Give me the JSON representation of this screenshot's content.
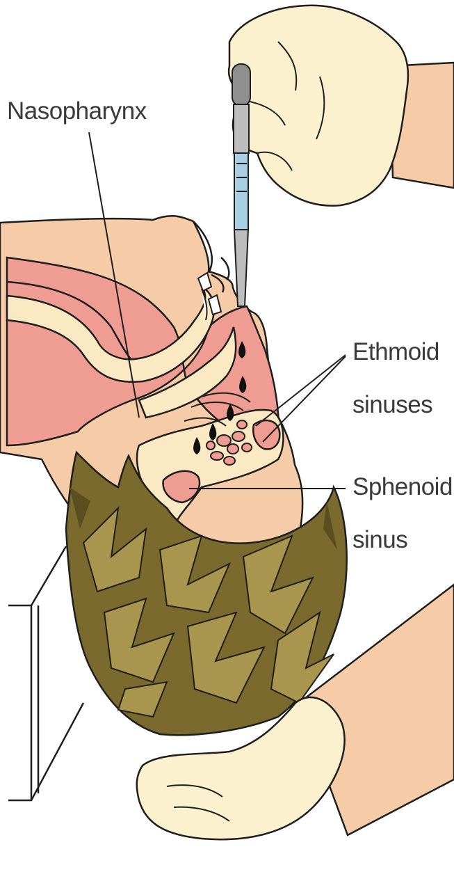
{
  "labels": {
    "nasopharynx": "Nasopharynx",
    "ethmoid_line1": "Ethmoid",
    "ethmoid_line2": "sinuses",
    "sphenoid_line1": "Sphenoid",
    "sphenoid_line2": "sinus"
  },
  "colors": {
    "skin": "#f6cba8",
    "mucosa": "#ef9c93",
    "bone": "#fbe9c4",
    "hair": "#7a6a2e",
    "hair_dark": "#5b4e1f",
    "glove": "#fbf1cf",
    "dropper_fluid": "#a9cfe3",
    "dropper_bulb": "#8f8f8f",
    "line": "#1e1e1e"
  }
}
